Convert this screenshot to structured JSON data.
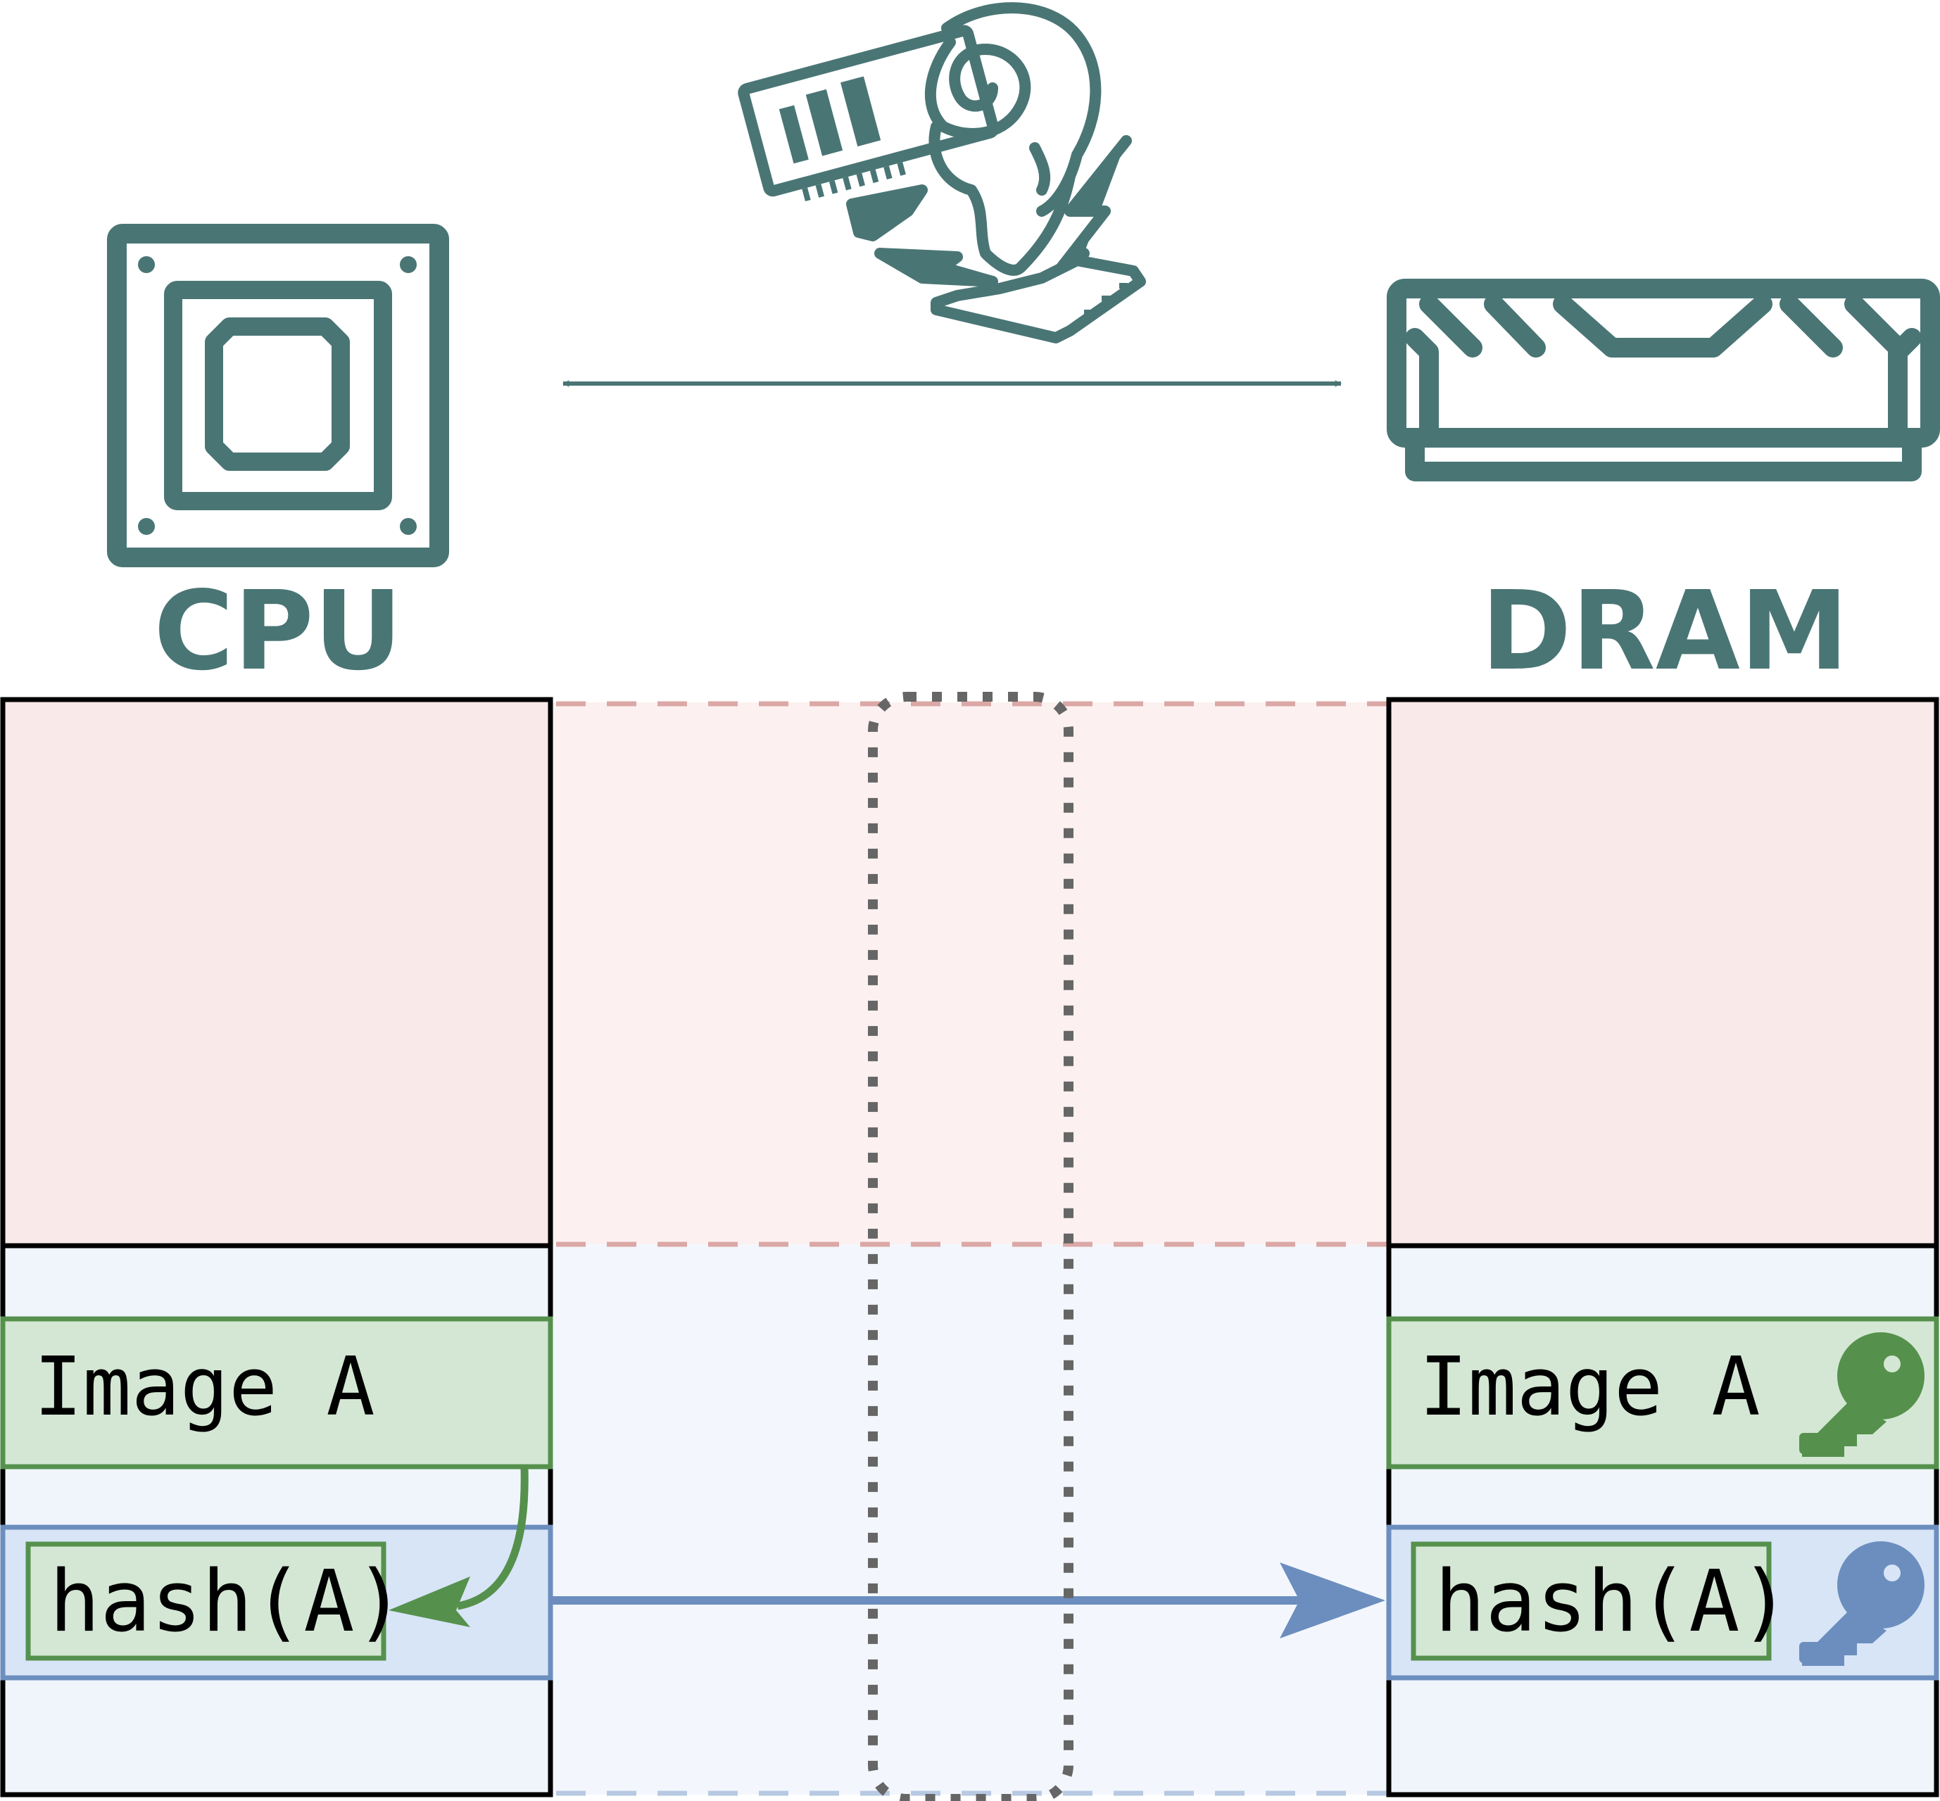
{
  "cpu": {
    "label": "CPU",
    "icon": "cpu-chip-icon"
  },
  "dram": {
    "label": "DRAM",
    "icon": "dram-module-icon"
  },
  "attacker": {
    "icon": "rowhammer-ram-mascot-icon"
  },
  "cpu_memory": {
    "image_label": "Image A",
    "hash_label": "hash(A)"
  },
  "dram_memory": {
    "image_label": "Image A",
    "hash_label": "hash(A)",
    "image_key_icon": "key-icon",
    "hash_key_icon": "key-icon"
  },
  "colors": {
    "icon_teal": "#4a7575",
    "insecure_region": "#f9e9e8",
    "insecure_region_light": "#fcf1f0",
    "secure_region": "#f0f5fc",
    "green_box_fill": "#d4e7d4",
    "green_border": "#55914d",
    "blue_box_fill": "#d8e5f6",
    "blue_border": "#6c8ebf",
    "dotted_box": "#666666"
  }
}
